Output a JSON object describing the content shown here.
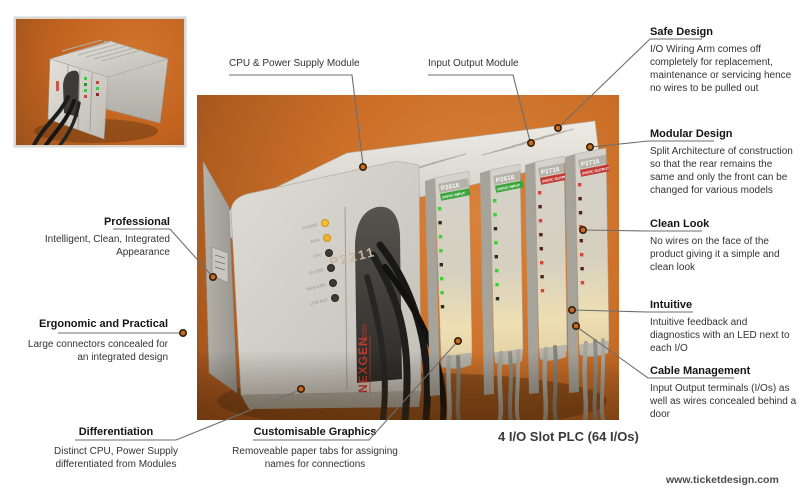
{
  "page": {
    "caption": "4 I/O Slot PLC (64 I/Os)",
    "website": "www.ticketdesign.com"
  },
  "top_labels": {
    "cpu": "CPU & Power Supply Module",
    "io": "Input Output Module"
  },
  "callouts_right": [
    {
      "title": "Safe Design",
      "body": "I/O Wiring Arm comes off completely for replacement, maintenance or servicing hence no wires to be pulled out"
    },
    {
      "title": "Modular Design",
      "body": "Split Architecture of construction so that the rear remains the same and only the front can be changed for various models"
    },
    {
      "title": "Clean Look",
      "body": "No wires on the face of the product giving it a simple and clean look"
    },
    {
      "title": "Intuitive",
      "body": "Intuitive feedback and diagnostics with an LED next to each I/O"
    },
    {
      "title": "Cable Management",
      "body": "Input Output terminals (I/Os) as well as wires concealed behind a door"
    }
  ],
  "callouts_left": [
    {
      "title": "Professional",
      "body": "Intelligent, Clean, Integrated Appearance"
    },
    {
      "title": "Ergonomic and Practical",
      "body": "Large connectors concealed for an integrated design"
    },
    {
      "title": "Differentiation",
      "body": "Distinct CPU, Power Supply differentiated from Modules"
    }
  ],
  "callouts_bottom": [
    {
      "title": "Customisable Graphics",
      "body": "Removeable paper tabs for assigning names for connections"
    }
  ],
  "device": {
    "cpu_model": "P2211",
    "brand": "NEXGEN",
    "brand_series": "2000",
    "cpu_leds": [
      "POWER",
      "RUN",
      "CPU",
      "I/O ERR",
      "MEM ERR",
      "LOW BAT"
    ],
    "modules": [
      {
        "model": "P2616",
        "type": "24VDC INPUT",
        "badge_color": "#3da53d"
      },
      {
        "model": "P2616",
        "type": "24VDC INPUT",
        "badge_color": "#3da53d"
      },
      {
        "model": "P2716",
        "type": "24VDC OUTPUT",
        "badge_color": "#c23a35"
      },
      {
        "model": "P2716",
        "type": "24VDC OUTPUT",
        "badge_color": "#c23a35"
      }
    ]
  },
  "colors": {
    "background_orange": "#cc7028",
    "badge_green": "#3da53d",
    "badge_red": "#c23a35",
    "brand_red": "#c13b2e",
    "led_amber": "#f5c033",
    "leader_dot": "#c96a1f"
  }
}
